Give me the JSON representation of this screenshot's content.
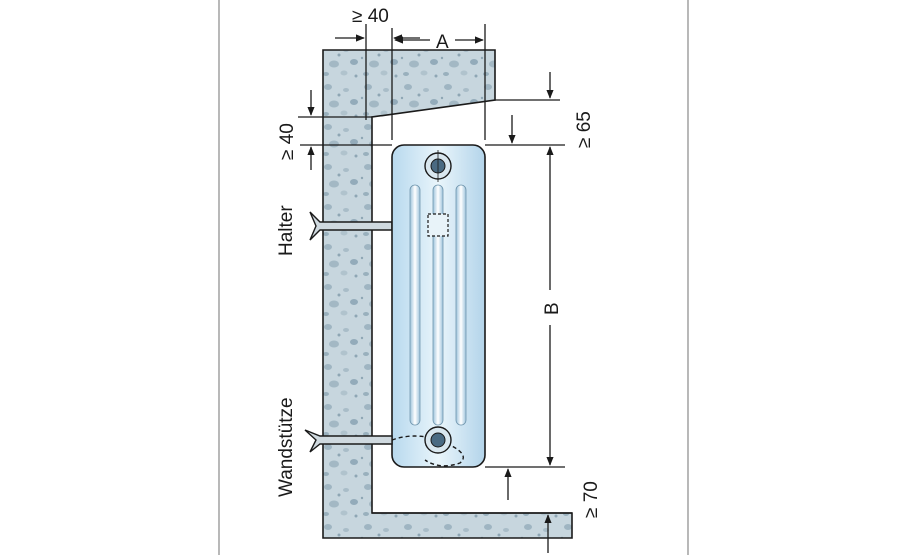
{
  "diagram": {
    "labels": {
      "top_clearance": "≥ 40",
      "dim_a": "A",
      "left_clearance": "≥ 40",
      "upper_clearance": "≥ 65",
      "dim_b": "B",
      "bottom_clearance": "≥ 70",
      "halter": "Halter",
      "wandstuetze": "Wandstütze"
    },
    "colors": {
      "concrete": "#c3d3dc",
      "concrete_pebble": "#8fa8b6",
      "radiator": "#d7ecf7",
      "radiator_shade": "#a9cde4",
      "line": "#1a1a1a",
      "frame": "#8a8a8a"
    }
  }
}
